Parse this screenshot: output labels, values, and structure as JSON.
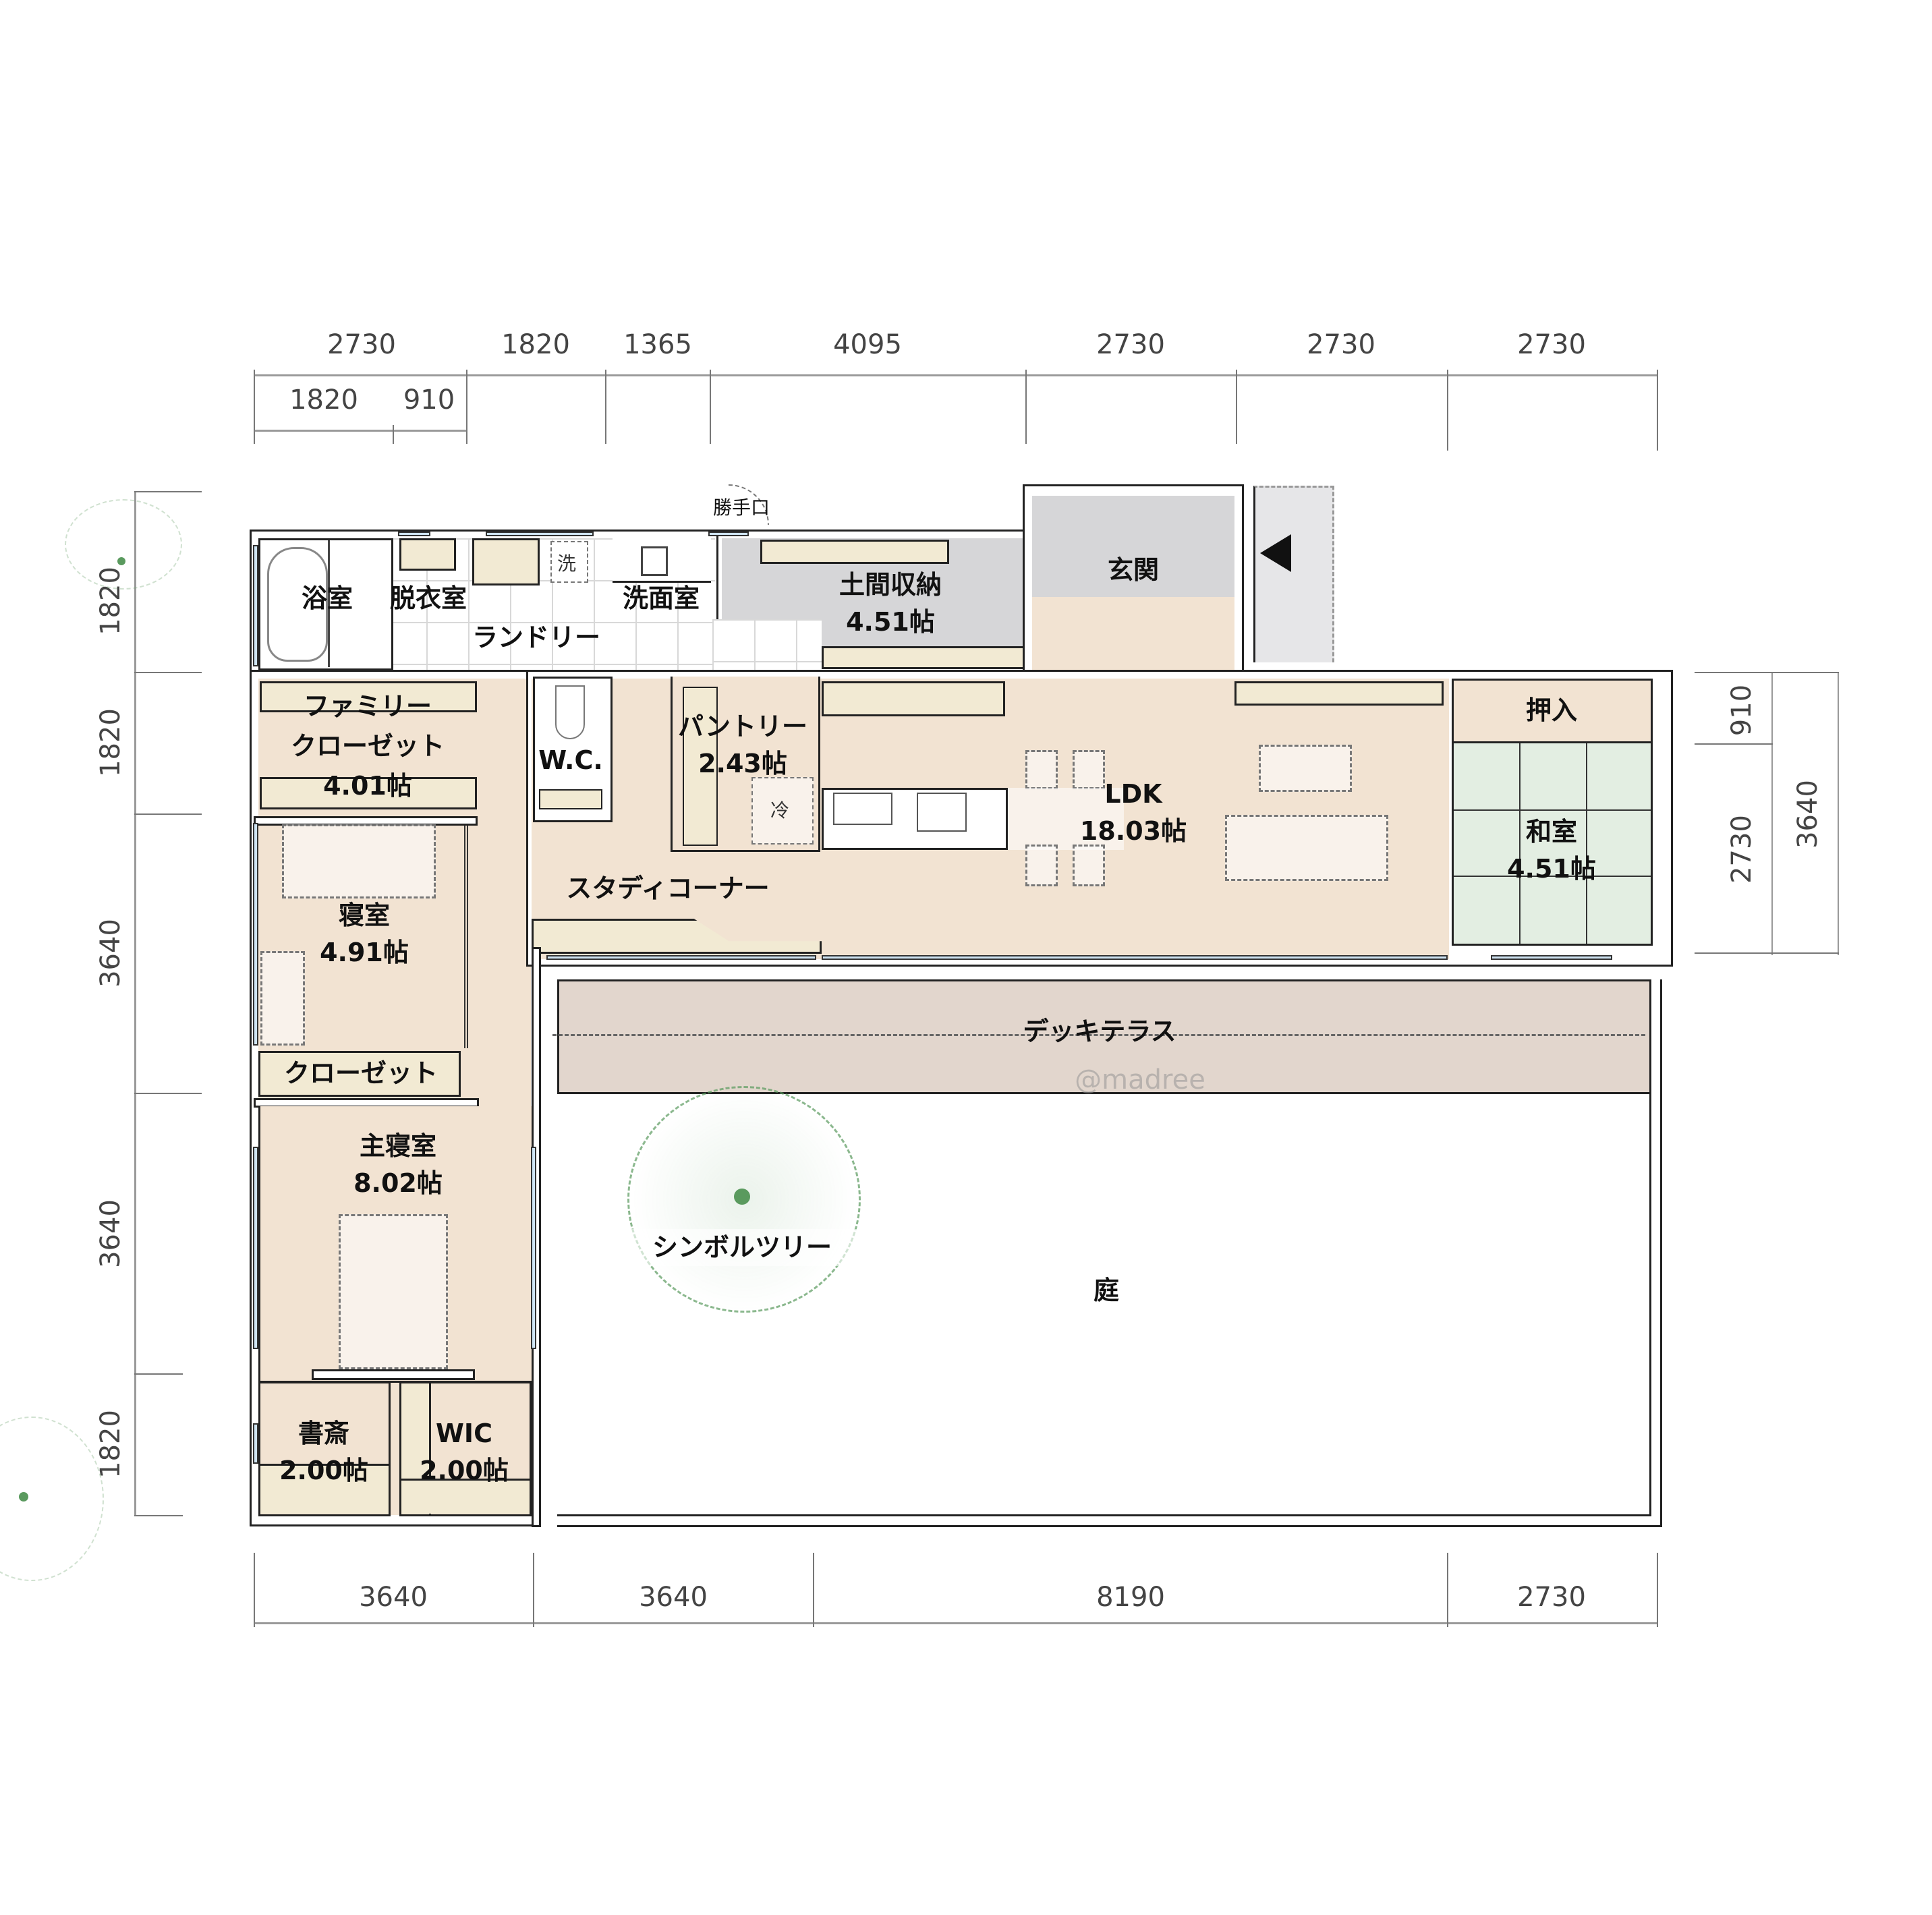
{
  "title": "Floor plan",
  "watermark": "@madree",
  "dimensions": {
    "top_main": [
      "2730",
      "1820",
      "1365",
      "4095",
      "2730",
      "2730",
      "2730"
    ],
    "top_sub": [
      "1820",
      "910"
    ],
    "bottom": [
      "3640",
      "3640",
      "8190",
      "2730"
    ],
    "left": [
      "1820",
      "1820",
      "3640",
      "3640",
      "1820"
    ],
    "right_inner": [
      "910",
      "2730"
    ],
    "right_outer": [
      "3640"
    ]
  },
  "rooms": {
    "bath": {
      "name": "浴室"
    },
    "dressing": {
      "name": "脱衣室"
    },
    "laundry": {
      "name": "ランドリー",
      "washer_symbol": "洗"
    },
    "washroom": {
      "name": "洗面室"
    },
    "service_door": {
      "name": "勝手口"
    },
    "doma_storage": {
      "name": "土間収納",
      "area": "4.51帖"
    },
    "entrance": {
      "name": "玄関"
    },
    "family_closet": {
      "name_line1": "ファミリー",
      "name_line2": "クローゼット",
      "area": "4.01帖"
    },
    "wc": {
      "name": "W.C."
    },
    "pantry": {
      "name": "パントリー",
      "area": "2.43帖",
      "fridge_symbol": "冷"
    },
    "ldk": {
      "name": "LDK",
      "area": "18.03帖"
    },
    "oshiire": {
      "name": "押入"
    },
    "washitsu": {
      "name": "和室",
      "area": "4.51帖"
    },
    "study_corner": {
      "name": "スタディコーナー"
    },
    "bedroom": {
      "name": "寝室",
      "area": "4.91帖"
    },
    "closet": {
      "name": "クローゼット"
    },
    "master_bedroom": {
      "name": "主寝室",
      "area": "8.02帖"
    },
    "study": {
      "name": "書斎",
      "area": "2.00帖"
    },
    "wic": {
      "name": "WIC",
      "area": "2.00帖"
    },
    "deck": {
      "name": "デッキテラス"
    },
    "symbol_tree": {
      "name": "シンボルツリー"
    },
    "garden": {
      "name": "庭"
    }
  },
  "colors": {
    "wood_floor": "#f2e3d2",
    "storage": "#f2ead3",
    "doma": "#d6d6d8",
    "tatami": "#e3eee2",
    "deck": "#e2d6cd",
    "tree": "#5a9a5e"
  }
}
